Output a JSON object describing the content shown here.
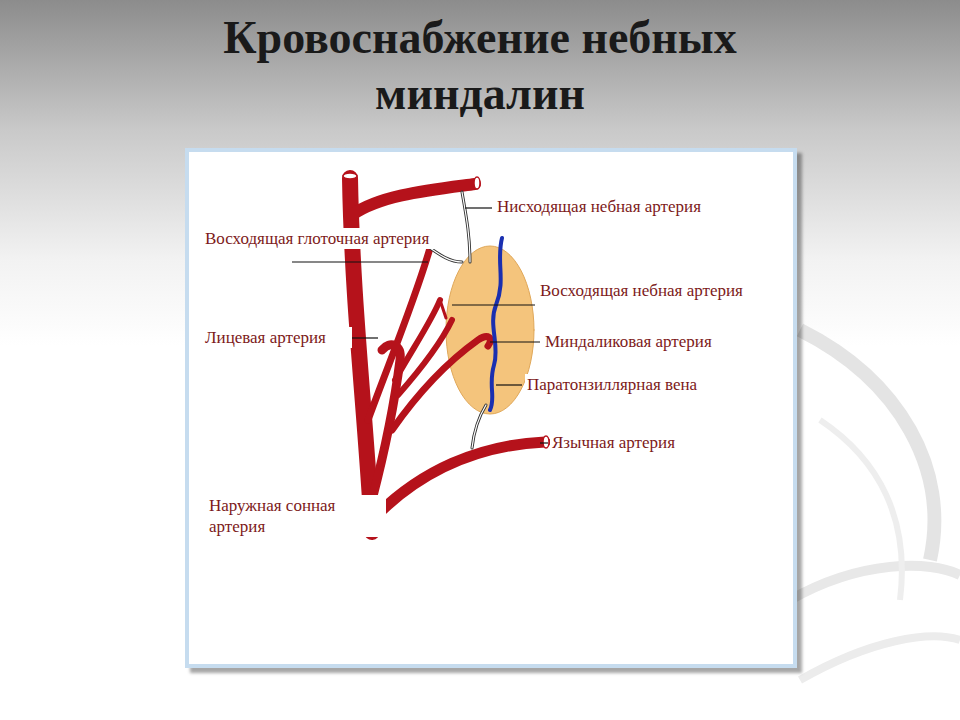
{
  "diagram": {
    "title": "Кровоснабжение небных миндалин",
    "labels": [
      "Нисходящая небная артерия",
      "Восходящая глоточная артерия",
      "Восходящая небная артерия",
      "Лицевая артерия",
      "Миндаликовая артерия",
      "Паратонзиллярная вена",
      "Язычная артерия",
      "Наружная сонная артерия"
    ]
  }
}
